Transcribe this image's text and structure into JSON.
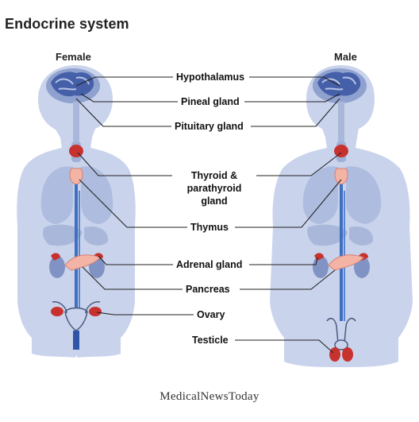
{
  "title": "Endocrine system",
  "sides": {
    "female": "Female",
    "male": "Male"
  },
  "labels": [
    {
      "id": "hypothalamus",
      "text": "Hypothalamus"
    },
    {
      "id": "pineal",
      "text": "Pineal gland"
    },
    {
      "id": "pituitary",
      "text": "Pituitary gland"
    },
    {
      "id": "thyroid",
      "text": "Thyroid & parathyroid gland"
    },
    {
      "id": "thymus",
      "text": "Thymus"
    },
    {
      "id": "adrenal",
      "text": "Adrenal gland"
    },
    {
      "id": "pancreas",
      "text": "Pancreas"
    },
    {
      "id": "ovary",
      "text": "Ovary"
    },
    {
      "id": "testicle",
      "text": "Testicle"
    }
  ],
  "brand": {
    "part1": "Medical",
    "part2": "News",
    "part3": "Today"
  },
  "colors": {
    "body": "#c9d3ec",
    "organ": "#a9b8da",
    "gland": "#c8322e",
    "vessel": "#3f6fc0",
    "brain": "#3d58a0",
    "pancreas_fill": "#f3b3a5"
  }
}
